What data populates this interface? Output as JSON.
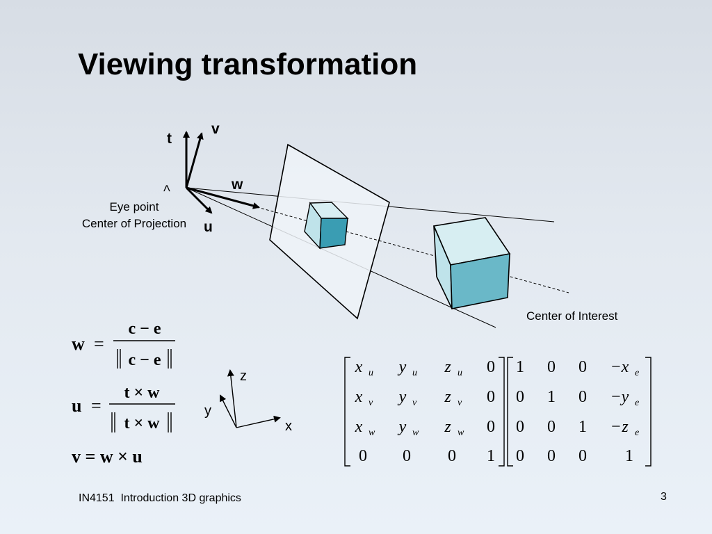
{
  "slide": {
    "title": "Viewing transformation",
    "footer": "IN4151  Introduction 3D graphics",
    "page_number": "3"
  },
  "diagram": {
    "axis_labels": {
      "t": "t",
      "v": "v",
      "w": "w",
      "u": "u"
    },
    "eye_marker": ">",
    "eye_label_1": "Eye point",
    "eye_label_2": "Center of Projection",
    "interest_label": "Center of Interest",
    "small_axes": {
      "z": "z",
      "y": "y",
      "x": "x"
    }
  },
  "formulas": {
    "w_lhs": "w",
    "w_num": "c − e",
    "w_den": "c − e",
    "u_lhs": "u",
    "u_num": "t × w",
    "u_den": "t × w",
    "v_eq": "v = w × u",
    "equals": "="
  },
  "matrices": {
    "rotation": [
      [
        {
          "b": "x",
          "s": "u"
        },
        {
          "b": "y",
          "s": "u"
        },
        {
          "b": "z",
          "s": "u"
        },
        {
          "b": "0",
          "s": ""
        }
      ],
      [
        {
          "b": "x",
          "s": "v"
        },
        {
          "b": "y",
          "s": "v"
        },
        {
          "b": "z",
          "s": "v"
        },
        {
          "b": "0",
          "s": ""
        }
      ],
      [
        {
          "b": "x",
          "s": "w"
        },
        {
          "b": "y",
          "s": "w"
        },
        {
          "b": "z",
          "s": "w"
        },
        {
          "b": "0",
          "s": ""
        }
      ],
      [
        {
          "b": "0",
          "s": ""
        },
        {
          "b": "0",
          "s": ""
        },
        {
          "b": "0",
          "s": ""
        },
        {
          "b": "1",
          "s": ""
        }
      ]
    ],
    "translation": [
      [
        "1",
        "0",
        "0",
        {
          "pre": "−",
          "b": "x",
          "s": "e"
        }
      ],
      [
        "0",
        "1",
        "0",
        {
          "pre": "−",
          "b": "y",
          "s": "e"
        }
      ],
      [
        "0",
        "0",
        "1",
        {
          "pre": "−",
          "b": "z",
          "s": "e"
        }
      ],
      [
        "0",
        "0",
        "0",
        "1"
      ]
    ]
  },
  "colors": {
    "cube_top": "#d7eef2",
    "cube_left": "#bfe3ea",
    "cube_front_small": "#3a9db3",
    "cube_front_large": "#6ab8c8",
    "plane_fill": "#eef3f8"
  }
}
